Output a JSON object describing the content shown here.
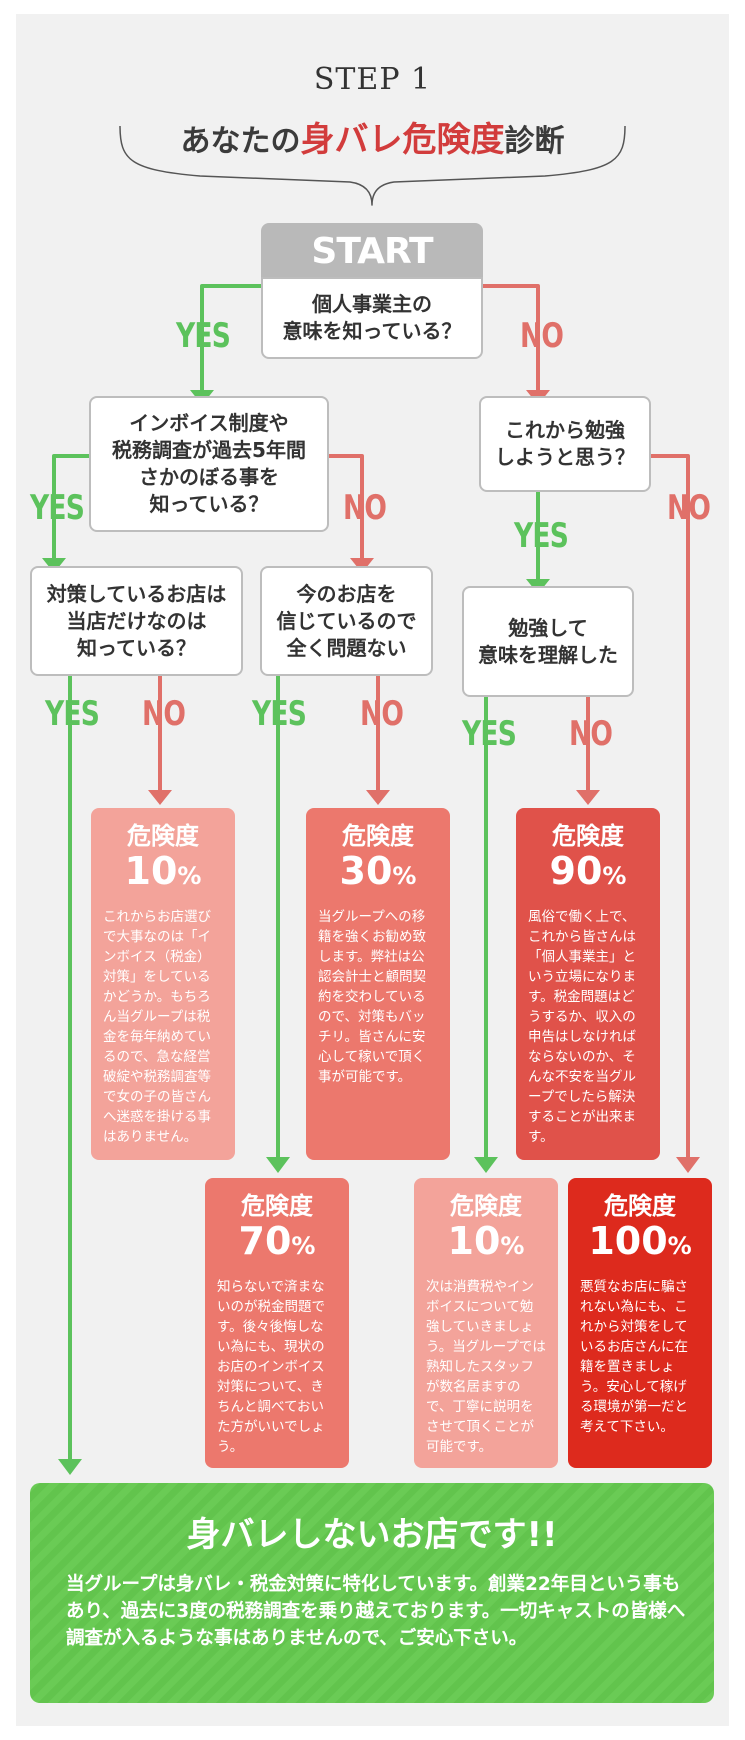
{
  "header": {
    "step": "STEP 1",
    "title_pre": "あなたの",
    "title_red": "身バレ危険度",
    "title_post": "診断"
  },
  "start": {
    "label": "START",
    "question_1": "個人事業主の",
    "question_2": "意味を知っている？"
  },
  "questions": {
    "invoice_1": "インボイス制度や",
    "invoice_2": "税務調査が過去5年間",
    "invoice_3": "さかのぼる事を",
    "invoice_4": "知っている？",
    "study_1": "これから勉強",
    "study_2": "しようと思う？",
    "measures_1": "対策しているお店は",
    "measures_2": "当店だけなのは",
    "measures_3": "知っている？",
    "trust_1": "今のお店を",
    "trust_2": "信じているので",
    "trust_3": "全く問題ない",
    "understood_1": "勉強して",
    "understood_2": "意味を理解した"
  },
  "labels": {
    "yes": "YES",
    "no": "NO"
  },
  "results": {
    "heading": "危険度",
    "unit": "%",
    "r10a": {
      "value": "10",
      "text": "これからお店選びで大事なのは「インボイス（税金）対策」をしているかどうか。もちろん当グループは税金を毎年納めているので、急な経営破綻や税務調査等で女の子の皆さんへ迷惑を掛ける事はありません。"
    },
    "r30": {
      "value": "30",
      "text": "当グループへの移籍を強くお勧め致します。弊社は公認会計士と顧問契約を交わしているので、対策もバッチリ。皆さんに安心して稼いで頂く事が可能です。"
    },
    "r90": {
      "value": "90",
      "text": "風俗で働く上で、これから皆さんは「個人事業主」という立場になります。税金問題はどうするか、収入の申告はしなければならないのか、そんな不安を当グループでしたら解決することが出来ます。"
    },
    "r70": {
      "value": "70",
      "text": "知らないで済まないのが税金問題です。後々後悔しない為にも、現状のお店のインボイス対策について、きちんと調べておいた方がいいでしょう。"
    },
    "r10b": {
      "value": "10",
      "text": "次は消費税やインボイスについて勉強していきましょう。当グループでは熟知したスタッフが数名居ますので、丁寧に説明をさせて頂くことが可能です。"
    },
    "r100": {
      "value": "100",
      "text": "悪質なお店に騙されない為にも、これから対策をしているお店さんに在籍を置きましょう。安心して稼げる環境が第一だと考えて下さい。"
    }
  },
  "final": {
    "title": "身バレしないお店です!!",
    "body": "当グループは身バレ・税金対策に特化しています。創業22年目という事もあり、過去に3度の税務調査を乗り越えております。一切キャストの皆様へ調査が入るような事はありませんので、ご安心下さい。"
  },
  "colors": {
    "yes": "#5cc25c",
    "no": "#e07069",
    "accent_red": "#d23c3c",
    "final_green": "#66c851"
  }
}
